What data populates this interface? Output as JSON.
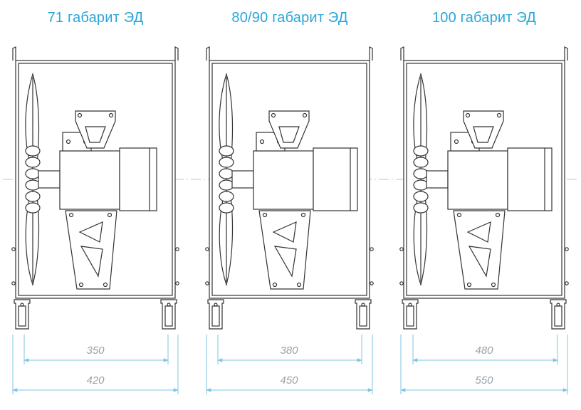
{
  "colors": {
    "title": "#2aa6d8",
    "dimension_line": "#7fc4e2",
    "dimension_text": "#9aa0a6",
    "outline": "#333333",
    "panel_fill": "#ffffff"
  },
  "units": [
    {
      "title": "71 габарит ЭД",
      "inner_dimension": "350",
      "outer_dimension": "420",
      "motor_size": "small"
    },
    {
      "title": "80/90 габарит ЭД",
      "inner_dimension": "380",
      "outer_dimension": "450",
      "motor_size": "medium"
    },
    {
      "title": "100 габарит ЭД",
      "inner_dimension": "480",
      "outer_dimension": "550",
      "motor_size": "large"
    }
  ]
}
